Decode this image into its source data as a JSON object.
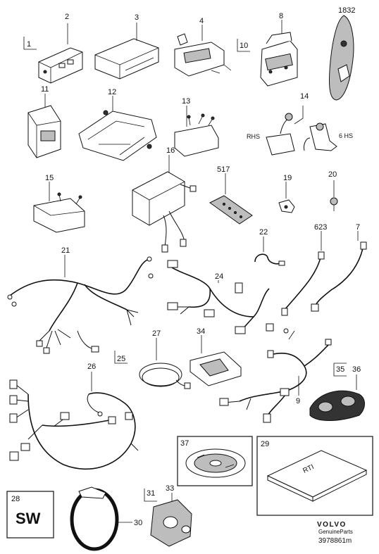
{
  "labels": {
    "p1": "1",
    "p2": "2",
    "p3": "3",
    "p4": "4",
    "p8": "8",
    "p1832": "1832",
    "p10": "10",
    "p11": "11",
    "p12": "12",
    "p13": "13",
    "p14": "14",
    "p14_rhs": "RHS",
    "p14_6hs": "6 HS",
    "p15": "15",
    "p16": "16",
    "p517": "517",
    "p19": "19",
    "p20": "20",
    "p21": "21",
    "p22": "22",
    "p623": "623",
    "p7": "7",
    "p24": "24",
    "p25": "25",
    "p27": "27",
    "p34": "34",
    "p35": "35",
    "p36": "36",
    "p26": "26",
    "p9": "9",
    "p37": "37",
    "p29": "29",
    "p28": "28",
    "p30": "30",
    "p31": "31",
    "p33": "33"
  },
  "sw_badge": "SW",
  "manual_cover_text": "RTI",
  "brand": "VOLVO",
  "brand_sub": "GenuineParts",
  "catalog_number": "3978861m",
  "icons": [
    "cd-disc-icon",
    "manual-book-icon",
    "remote-control-icon",
    "wiring-harness-icon",
    "phone-handset-icon"
  ]
}
